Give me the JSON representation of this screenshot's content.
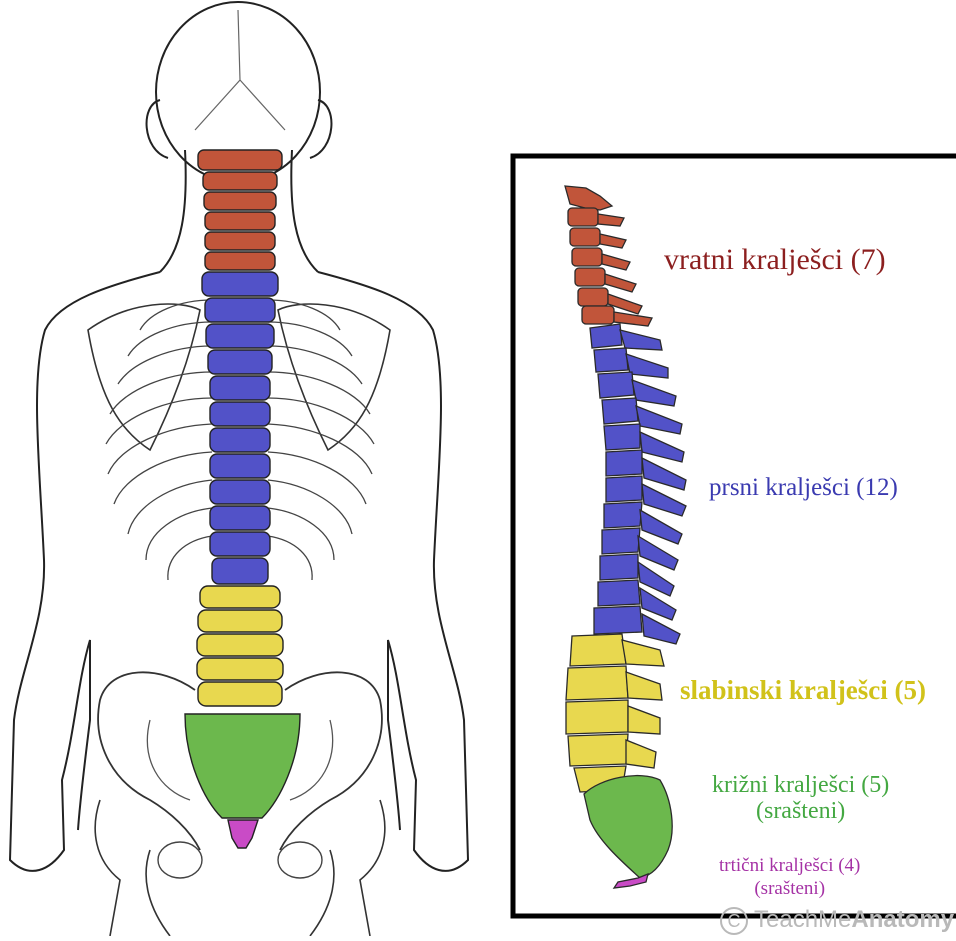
{
  "labels": {
    "cervical": "vratni kralješci (7)",
    "thoracic": "prsni kralješci (12)",
    "lumbar": "slabinski kralješci (5)",
    "sacral": "križni kralješci (5)",
    "sacral_note": "(srašteni)",
    "coccyx": "trtični kralješci (4)",
    "coccyx_note": "(srašteni)"
  },
  "watermark": {
    "symbol": "C",
    "text_light": "TeachMe",
    "text_bold": "Anatomy"
  },
  "colors": {
    "cervical": "#c1553a",
    "thoracic": "#5252c8",
    "lumbar": "#e8d84f",
    "sacral": "#6cb84d",
    "coccyx": "#c94bc6",
    "label_cervical": "#8c1f1f",
    "label_thoracic": "#3a3ab0",
    "label_lumbar": "#d1c21a",
    "label_sacral": "#44a842",
    "label_coccyx": "#a532a5",
    "outline": "#222222"
  }
}
